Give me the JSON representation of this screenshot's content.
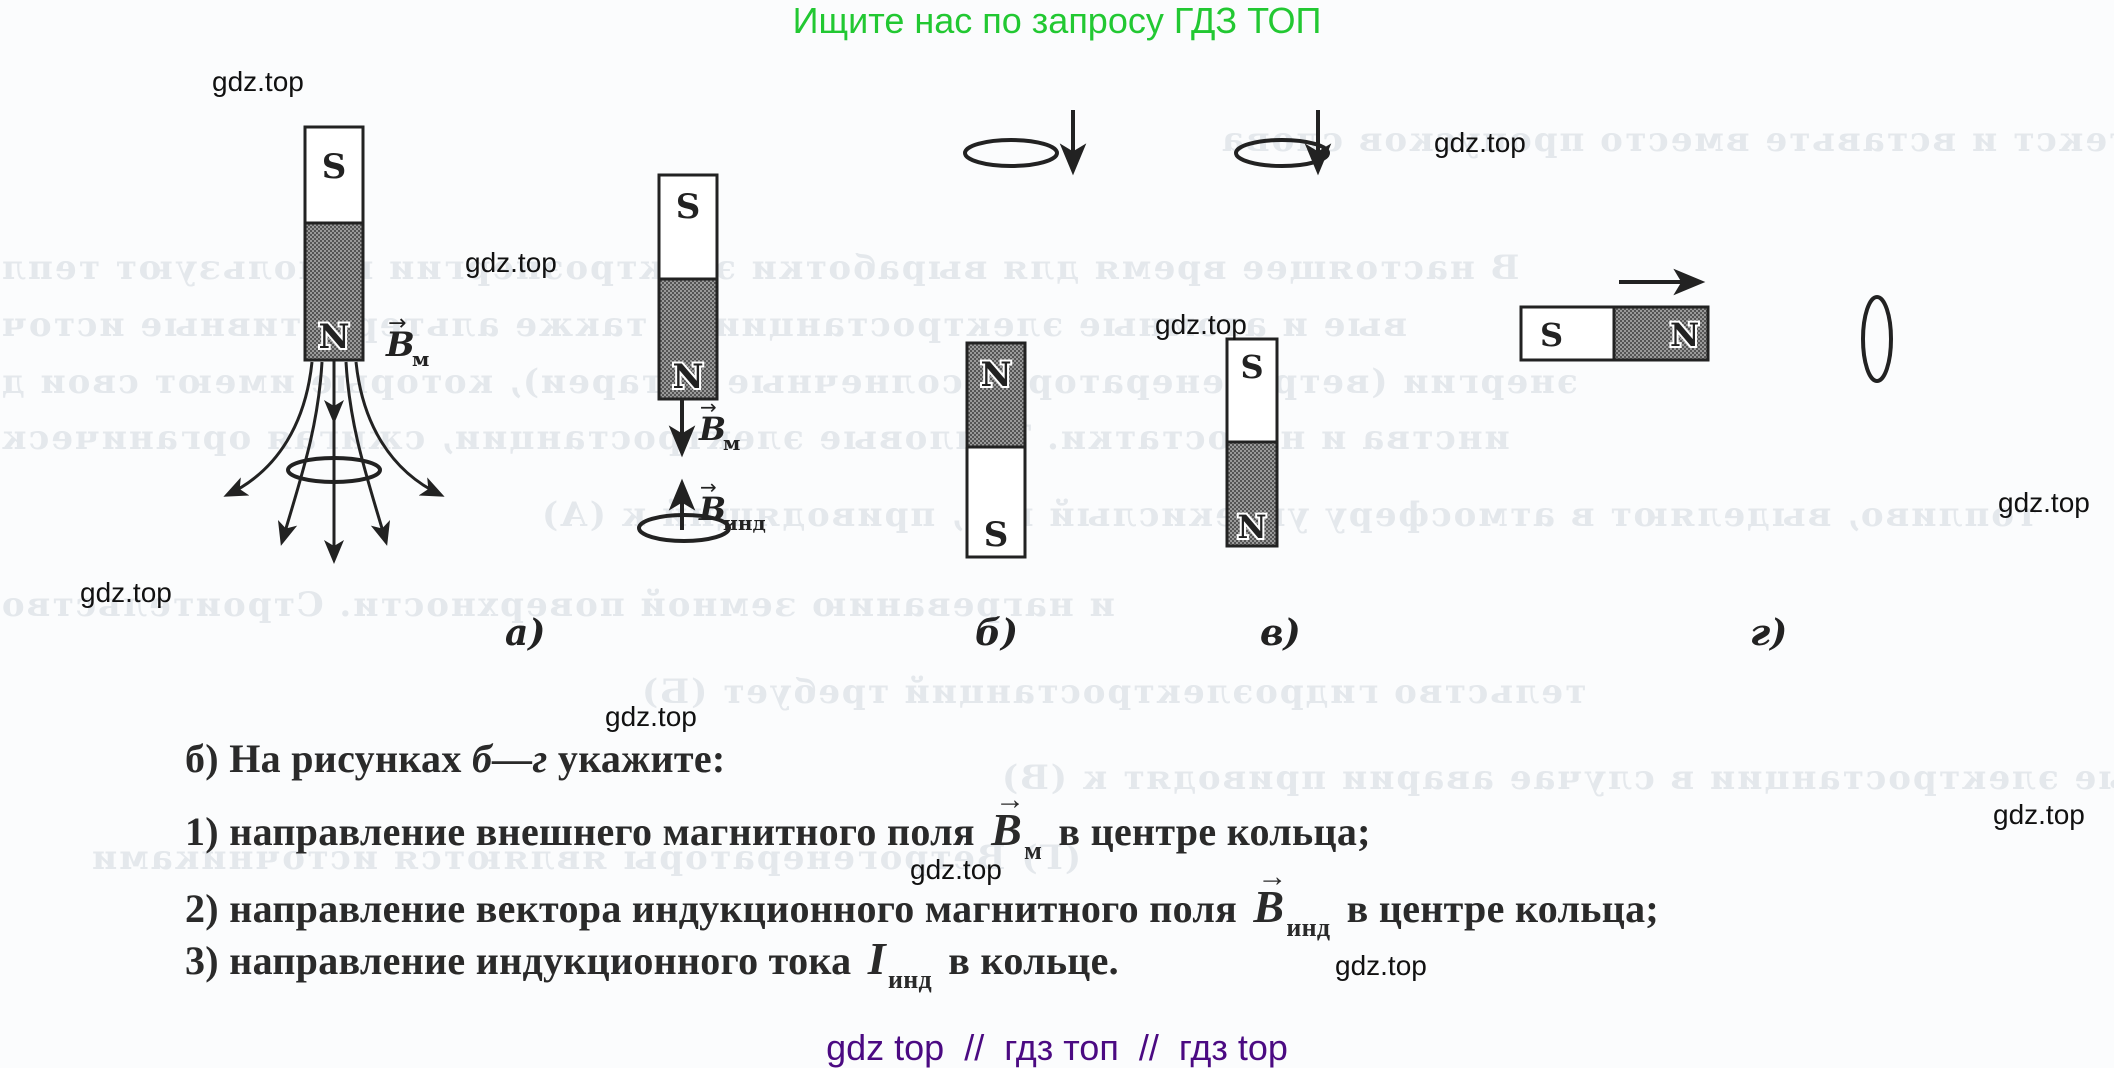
{
  "banner_top": "Ищите нас по запросу ГДЗ ТОП",
  "banner_bottom": "gdz top  //  гдз топ  //  гдз top",
  "watermarks": [
    "gdz.top",
    "gdz.top",
    "gdz.top",
    "gdz.top",
    "gdz.top",
    "gdz.top",
    "gdz.top",
    "gdz.top",
    "gdz.top",
    "gdz.top",
    "gdz.top"
  ],
  "colors": {
    "banner_top": "#22c832",
    "banner_bottom": "#4b0a82",
    "magnet_north_fill": "#7a7a7a",
    "ink": "#222222"
  },
  "figures": {
    "a": {
      "label": "а)",
      "magnet": {
        "top_pole": "S",
        "bottom_pole": "N"
      },
      "vector_label": "B",
      "vector_sub": "м"
    },
    "b": {
      "label": "б)",
      "magnet_left": {
        "top_pole": "S",
        "bottom_pole": "N"
      },
      "vector_m": "B",
      "vector_m_sub": "м",
      "vector_ind": "B",
      "vector_ind_sub": "инд",
      "magnet_right": {
        "top_pole": "N",
        "bottom_pole": "S"
      }
    },
    "v": {
      "label": "в)",
      "magnet": {
        "top_pole": "S",
        "bottom_pole": "N"
      }
    },
    "g": {
      "label": "г)",
      "magnet": {
        "left_pole": "S",
        "right_pole": "N"
      }
    }
  },
  "task": {
    "intro_prefix": "б) На рисунках ",
    "intro_italic": "б—г",
    "intro_suffix": " укажите:",
    "items": [
      {
        "prefix": "1) направление внешнего магнитного поля",
        "symbol": "B",
        "sub": "м",
        "suffix": "в центре кольца;"
      },
      {
        "prefix": "2) направление вектора индукционного магнитного поля",
        "symbol": "B",
        "sub": "инд",
        "suffix": "в центре кольца;"
      },
      {
        "prefix": "3) направление индукционного тока",
        "symbol": "I",
        "sub": "инд",
        "suffix": "в кольце."
      }
    ]
  }
}
